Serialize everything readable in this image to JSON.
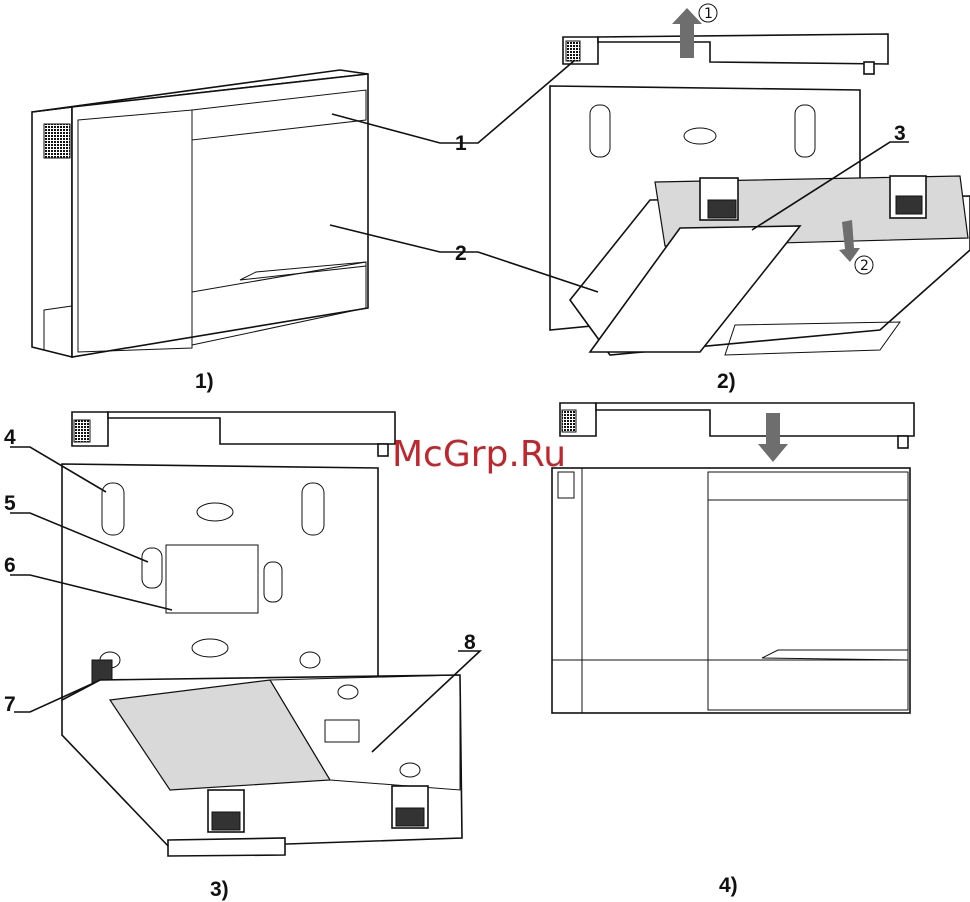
{
  "watermark": "McGrp.Ru",
  "panels": [
    {
      "caption": "1)"
    },
    {
      "caption": "2)"
    },
    {
      "caption": "3)"
    },
    {
      "caption": "4)"
    }
  ],
  "callouts": [
    "1",
    "2",
    "3",
    "2",
    "4",
    "5",
    "6",
    "7",
    "8"
  ],
  "step_markers": [
    "①",
    "②"
  ],
  "colors": {
    "line": "#111111",
    "arrow": "#6e6e6e",
    "watermark": "#c0272d"
  }
}
